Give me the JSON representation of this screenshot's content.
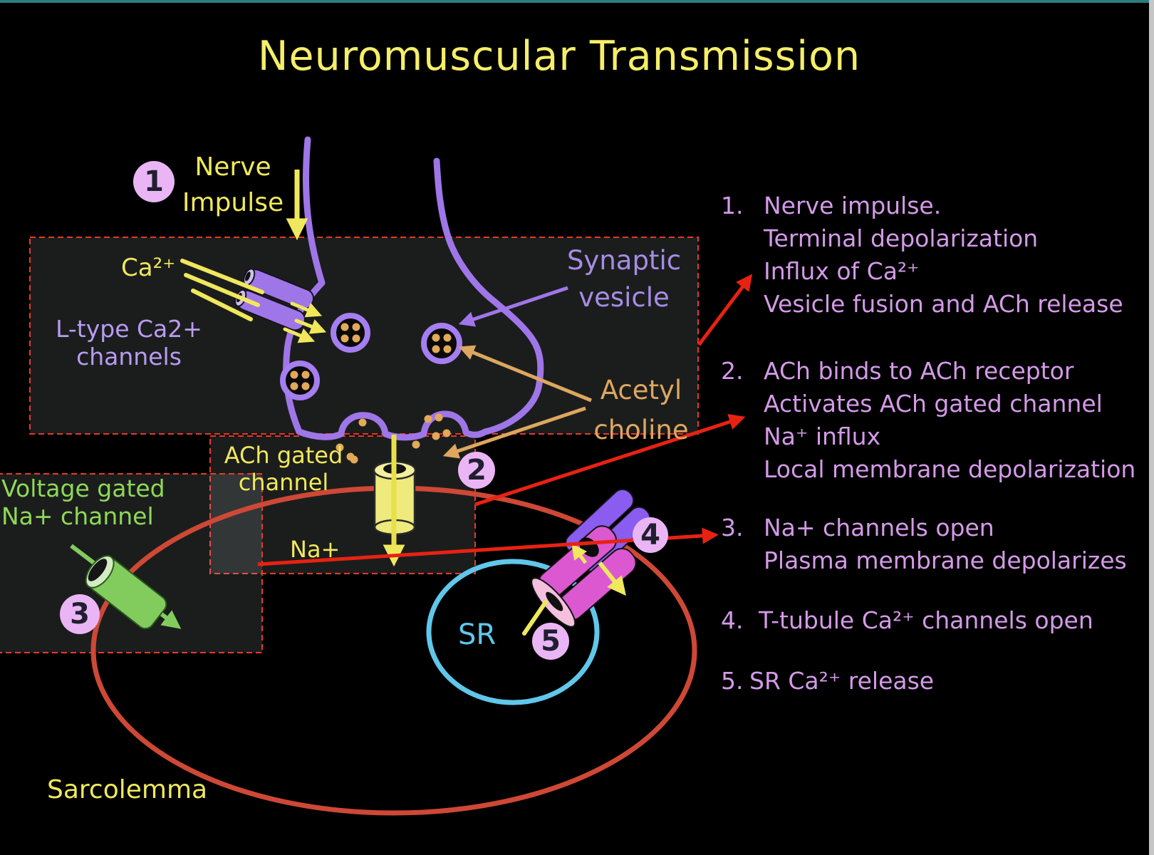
{
  "title": "Neuromuscular Transmission",
  "diagram": {
    "labels": {
      "nerve_impulse_1": "Nerve",
      "nerve_impulse_2": "Impulse",
      "ca": "Ca²⁺",
      "ltype_1": "L-type Ca2+",
      "ltype_2": "channels",
      "synaptic_1": "Synaptic",
      "synaptic_2": "vesicle",
      "acetyl_1": "Acetyl",
      "acetyl_2": "choline",
      "ach_gated_1": "ACh gated",
      "ach_gated_2": "channel",
      "na": "Na+",
      "voltage_1": "Voltage gated",
      "voltage_2": "Na+ channel",
      "sr": "SR",
      "sarcolemma": "Sarcolemma"
    },
    "step_markers": [
      "1",
      "2",
      "3",
      "4",
      "5"
    ],
    "colors": {
      "background": "#000000",
      "top_bar": "#2b7d7e",
      "scrollbar": "#c6c6c6",
      "title_yellow": "#f5ee68",
      "diagram_yellow": "#f0e85c",
      "nerve_purple": "#9f76e8",
      "label_violet": "#b89cf0",
      "acetylcholine_orange": "#dda75f",
      "ach_dot_orange": "#e2a958",
      "list_text": "#d49ae8",
      "green_channel": "#82cc5e",
      "green_text": "#8ed957",
      "sr_cyan": "#60c7ea",
      "sarcolemma_red": "#ce4836",
      "arrow_red": "#e82212",
      "dashed_box_red": "#e8392a",
      "ttubule_purple": "#8a5cf0",
      "ttubule_magenta": "#dc58d0",
      "step_marker_fill": "#eab5f5"
    }
  },
  "list": {
    "items": [
      {
        "num": "1.",
        "lines": [
          "Nerve impulse.",
          "Terminal depolarization",
          "Influx of Ca²⁺",
          "Vesicle fusion and ACh release"
        ]
      },
      {
        "num": "2.",
        "lines": [
          "ACh binds to ACh receptor",
          "Activates ACh gated channel",
          "Na⁺ influx",
          "Local membrane depolarization"
        ]
      },
      {
        "num": "3.",
        "lines": [
          "Na+ channels open",
          "Plasma membrane depolarizes"
        ]
      },
      {
        "num": "4.",
        "lines": [
          "T-tubule Ca²⁺ channels open"
        ]
      },
      {
        "num": "5.",
        "lines": [
          "SR Ca²⁺ release"
        ]
      }
    ]
  }
}
